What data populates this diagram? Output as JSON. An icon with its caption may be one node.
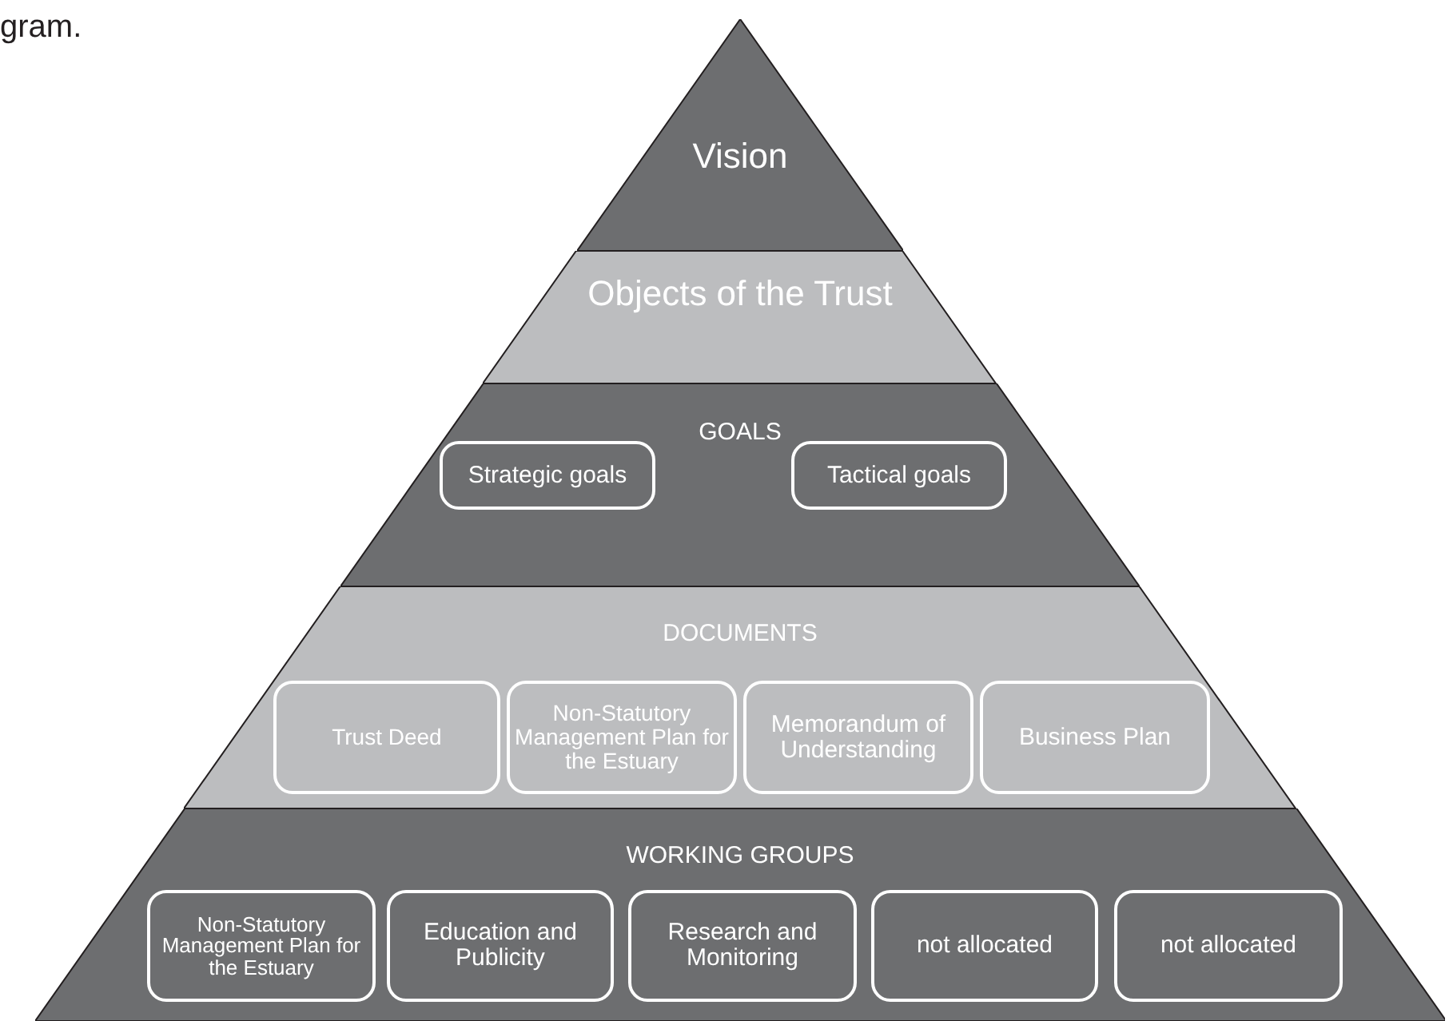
{
  "diagram": {
    "nodes": [
      {
        "text": [
          "Vision"
        ]
      },
      {
        "text": [
          "Objects of the Trust"
        ]
      },
      {
        "text": [
          "GOALS"
        ]
      },
      {
        "text": [
          "Strategic goals"
        ],
        "in": 2
      },
      {
        "text": [
          "Tactical goals"
        ],
        "in": 2
      },
      {
        "text": [
          "DOCUMENTS"
        ]
      },
      {
        "text": [
          "Trust Deed"
        ],
        "in": 5
      },
      {
        "text": [
          "Non-Statutory Management Plan for the Estuary"
        ],
        "in": 5
      },
      {
        "text": [
          "Memorandum of Understanding"
        ],
        "in": 5
      },
      {
        "text": [
          "Business Plan"
        ],
        "in": 5
      },
      {
        "text": [
          "WORKING GROUPS"
        ]
      },
      {
        "text": [
          "Non-Statutory Management Plan for the Estuary"
        ],
        "in": 10
      },
      {
        "text": [
          "Education and Publicity"
        ],
        "in": 10
      },
      {
        "text": [
          "Research and Monitoring"
        ],
        "in": 10
      },
      {
        "text": [
          "not allocated"
        ],
        "in": 10
      },
      {
        "text": [
          "not allocated"
        ],
        "in": 10
      }
    ],
    "edges": [],
    "labels": [
      "gram."
    ]
  }
}
